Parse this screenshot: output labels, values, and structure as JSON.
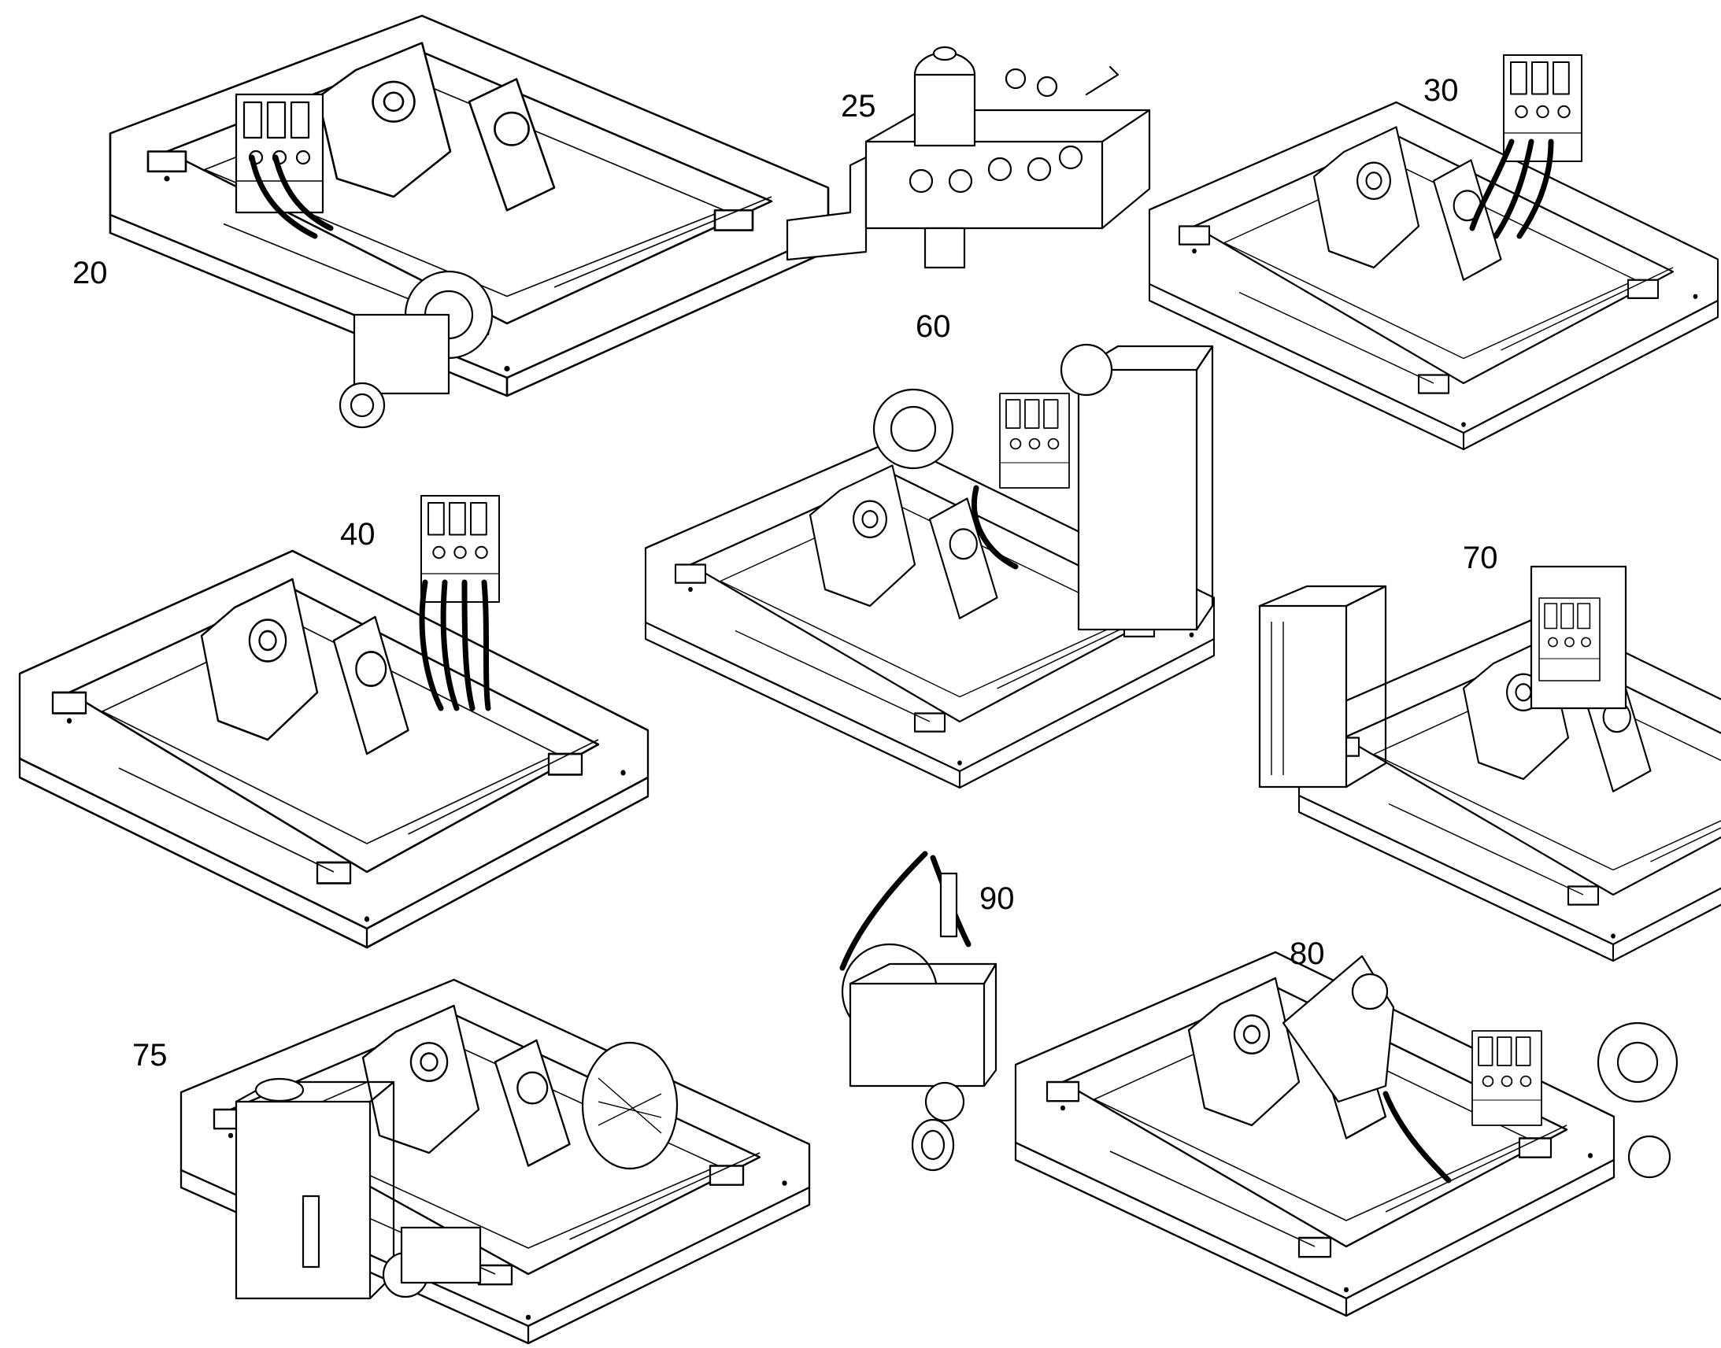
{
  "diagram": {
    "callouts": {
      "a20": "20",
      "a25": "25",
      "a30": "30",
      "a40": "40",
      "a60": "60",
      "a70": "70",
      "a75": "75",
      "a80": "80",
      "a90": "90"
    }
  }
}
